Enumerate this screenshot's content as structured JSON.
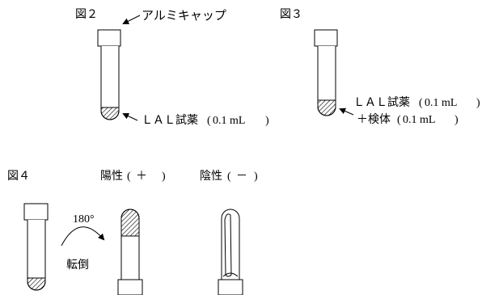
{
  "figures": {
    "fig2": {
      "title": "図２",
      "cap_label": "アルミキャップ",
      "reagent_label": "ＬＡＬ試薬",
      "reagent_volume": "0.1 mL"
    },
    "fig3": {
      "title": "図３",
      "reagent_label": "ＬＡＬ試薬",
      "reagent_volume": "0.1 mL",
      "sample_label": "＋検体",
      "sample_volume": "0.1 mL"
    },
    "fig4": {
      "title": "図４",
      "rotation_angle": "180°",
      "invert_label": "転倒",
      "positive_label": "陽性",
      "positive_sign": "＋",
      "negative_label": "陰性",
      "negative_sign": "－"
    }
  }
}
